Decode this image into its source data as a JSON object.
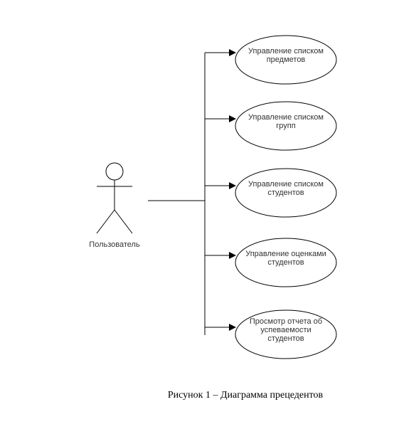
{
  "diagram": {
    "actor": {
      "label": "Пользователь"
    },
    "use_cases": [
      {
        "lines": [
          "Управление списком",
          "предметов"
        ]
      },
      {
        "lines": [
          "Управление списком",
          "групп"
        ]
      },
      {
        "lines": [
          "Управление списком",
          "студентов"
        ]
      },
      {
        "lines": [
          "Управление оценками",
          "студентов"
        ]
      },
      {
        "lines": [
          "Просмотр отчета об",
          "успеваемости",
          "студентов"
        ]
      }
    ],
    "caption": "Рисунок 1 – Диаграмма прецедентов"
  }
}
